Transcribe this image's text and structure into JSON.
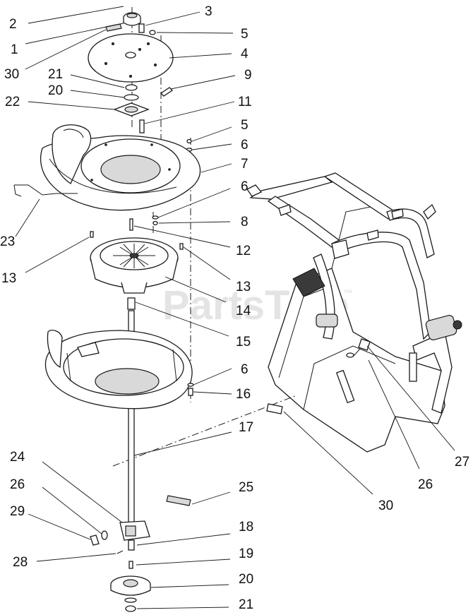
{
  "diagram": {
    "watermark": "PartsTree",
    "watermark_tm": "™",
    "callouts": {
      "c2": "2",
      "c1": "1",
      "c30a": "30",
      "c3": "3",
      "c5a": "5",
      "c4": "4",
      "c21a": "21",
      "c9": "9",
      "c20a": "20",
      "c22": "22",
      "c11": "11",
      "c5b": "5",
      "c6a": "6",
      "c7": "7",
      "c6b": "6",
      "c8": "8",
      "c23": "23",
      "c12": "12",
      "c13a": "13",
      "c13b": "13",
      "c14": "14",
      "c15": "15",
      "c6c": "6",
      "c16": "16",
      "c17": "17",
      "c24": "24",
      "c25": "25",
      "c26a": "26",
      "c29": "29",
      "c30b": "30",
      "c26b": "26",
      "c27": "27",
      "c18": "18",
      "c28": "28",
      "c19": "19",
      "c20b": "20",
      "c21b": "21"
    }
  }
}
